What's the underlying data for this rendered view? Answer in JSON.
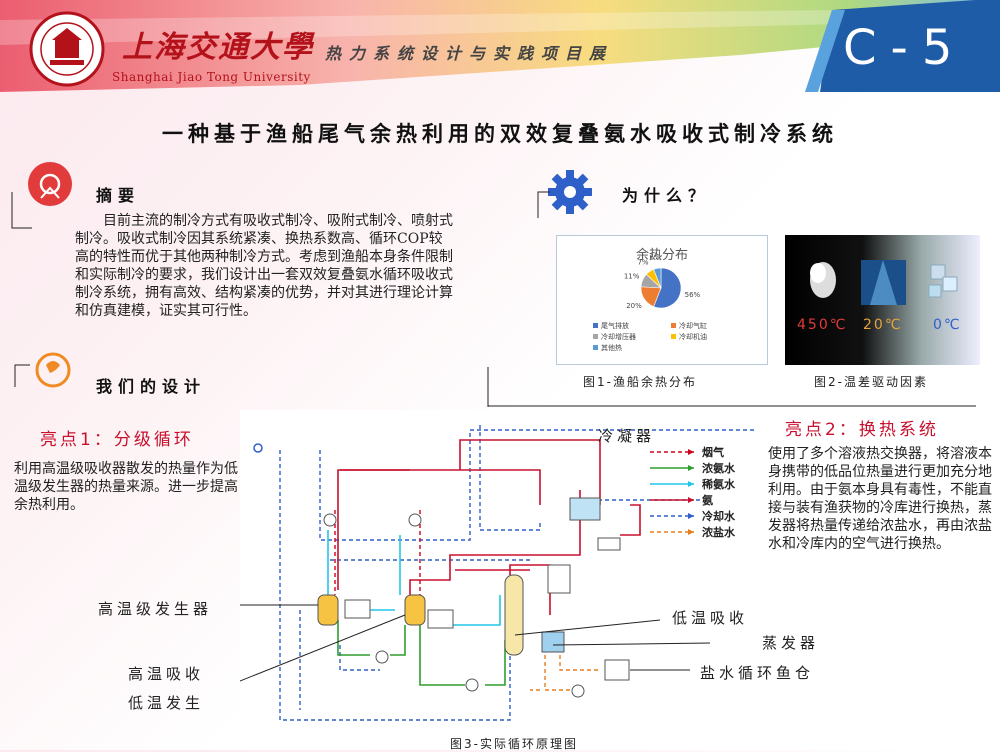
{
  "header": {
    "university_cn": "上海交通大學",
    "university_en": "Shanghai Jiao Tong University",
    "project": "热力系统设计与实践项目展",
    "code": "C-5"
  },
  "title": "一种基于渔船尾气余热利用的双效复叠氨水吸收式制冷系统",
  "abstract": {
    "heading": "摘要",
    "text": "目前主流的制冷方式有吸收式制冷、吸附式制冷、喷射式制冷。吸收式制冷因其系统紧凑、换热系数高、循环COP较高的特性而优于其他两种制冷方式。考虑到渔船本身条件限制和实际制冷的要求，我们设计出一套双效复叠氨水循环吸收式制冷系统，拥有高效、结构紧凑的优势，并对其进行理论计算和仿真建模，证实其可行性。"
  },
  "why": {
    "heading": "为什么？",
    "fig1_caption": "图1-渔船余热分布",
    "fig2_caption": "图2-温差驱动因素",
    "temps": [
      "450℃",
      "20℃",
      "0℃"
    ]
  },
  "design": {
    "heading": "我们的设计"
  },
  "highlight1": {
    "title": "亮点1：分级循环",
    "text": "利用高温级吸收器散发的热量作为低温级发生器的热量来源。进一步提高余热利用。"
  },
  "highlight2": {
    "title": "亮点2：换热系统",
    "text": "使用了多个溶液热交换器，将溶液本身携带的低品位热量进行更加充分地利用。由于氨本身具有毒性，不能直接与装有渔获物的冷库进行换热，蒸发器将热量传递给浓盐水，再由浓盐水和冷库内的空气进行换热。"
  },
  "diagram": {
    "labels": {
      "condenser": "冷凝器",
      "high_gen": "高温级发生器",
      "high_abs": "高温吸收",
      "low_gen": "低温发生",
      "low_abs": "低温吸收",
      "evaporator": "蒸发器",
      "brine_hold": "盐水循环鱼仓"
    },
    "legend": [
      {
        "label": "烟气",
        "color": "#d0021b",
        "dash": true
      },
      {
        "label": "浓氨水",
        "color": "#2e9e2e",
        "dash": false
      },
      {
        "label": "稀氨水",
        "color": "#23c6e8",
        "dash": false
      },
      {
        "label": "氨",
        "color": "#c8102e",
        "dash": false
      },
      {
        "label": "冷却水",
        "color": "#2f5fc9",
        "dash": true
      },
      {
        "label": "浓盐水",
        "color": "#e87d1e",
        "dash": true
      }
    ],
    "caption": "图3-实际循环原理图"
  },
  "chart_data": {
    "type": "pie",
    "title": "余热分布",
    "labels": [
      "尾气排放",
      "冷却气缸",
      "冷却增压器",
      "冷却机油",
      "其他热"
    ],
    "values": [
      56,
      20,
      11,
      7,
      6
    ],
    "colors": [
      "#4472c4",
      "#ed7d31",
      "#a5a5a5",
      "#ffc000",
      "#5b9bd5"
    ],
    "value_labels": [
      "56%",
      "20%",
      "11%",
      "7%",
      "6%"
    ],
    "legend_position": "bottom"
  }
}
